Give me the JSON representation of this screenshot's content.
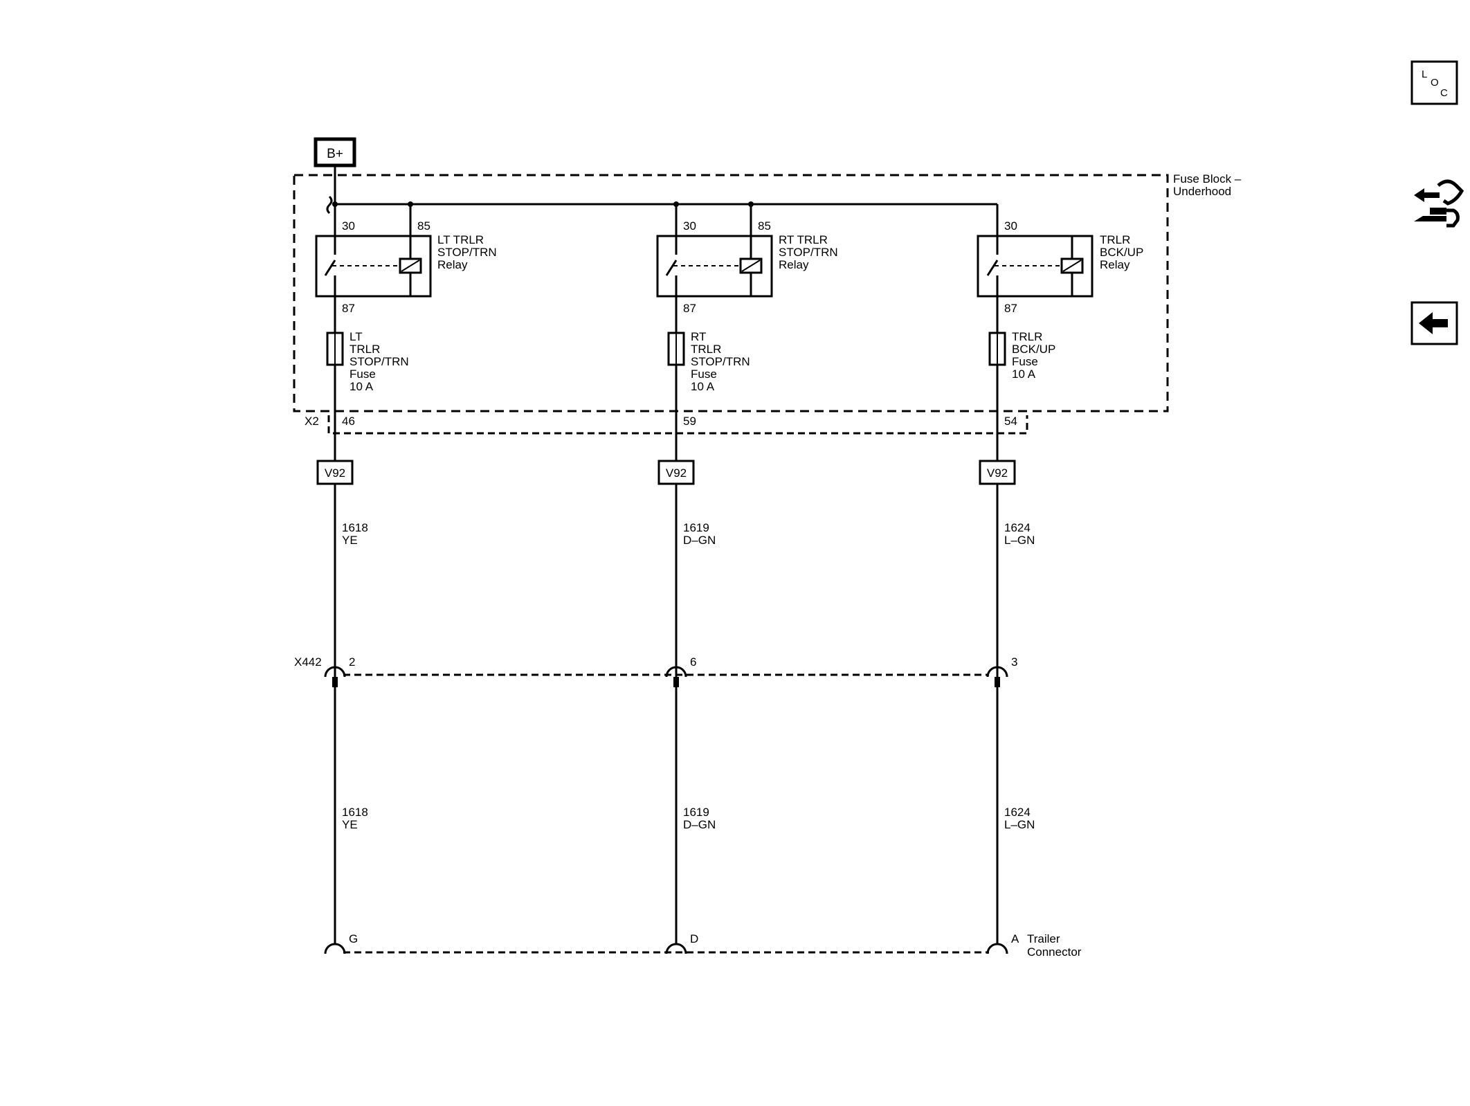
{
  "power": {
    "label": "B+"
  },
  "fuse_block": {
    "title_line1": "Fuse Block –",
    "title_line2": "Underhood"
  },
  "connectors": {
    "x2": "X2",
    "x442": "X442",
    "trailer_line1": "Trailer",
    "trailer_line2": "Connector"
  },
  "circuits": [
    {
      "relay_pin_in": "30",
      "relay_pin_coil": "85",
      "relay_pin_out": "87",
      "relay_label": [
        "LT TRLR",
        "STOP/TRN",
        "Relay"
      ],
      "fuse_label": [
        "LT",
        "TRLR",
        "STOP/TRN",
        "Fuse",
        "10 A"
      ],
      "x2_pin": "46",
      "splice": "V92",
      "wire_number": "1618",
      "wire_color": "YE",
      "x442_pin": "2",
      "trailer_pin": "G"
    },
    {
      "relay_pin_in": "30",
      "relay_pin_coil": "85",
      "relay_pin_out": "87",
      "relay_label": [
        "RT TRLR",
        "STOP/TRN",
        "Relay"
      ],
      "fuse_label": [
        "RT",
        "TRLR",
        "STOP/TRN",
        "Fuse",
        "10 A"
      ],
      "x2_pin": "59",
      "splice": "V92",
      "wire_number": "1619",
      "wire_color": "D–GN",
      "x442_pin": "6",
      "trailer_pin": "D"
    },
    {
      "relay_pin_in": "30",
      "relay_pin_coil": "",
      "relay_pin_out": "87",
      "relay_label": [
        "TRLR",
        "BCK/UP",
        "Relay"
      ],
      "fuse_label": [
        "TRLR",
        "BCK/UP",
        "Fuse",
        "10 A"
      ],
      "x2_pin": "54",
      "splice": "V92",
      "wire_number": "1624",
      "wire_color": "L–GN",
      "x442_pin": "3",
      "trailer_pin": "A"
    }
  ],
  "side_buttons": {
    "loc_letters": [
      "L",
      "O",
      "C"
    ],
    "nav_icon": "connector-harness-icon",
    "back_icon": "back-arrow-icon"
  }
}
